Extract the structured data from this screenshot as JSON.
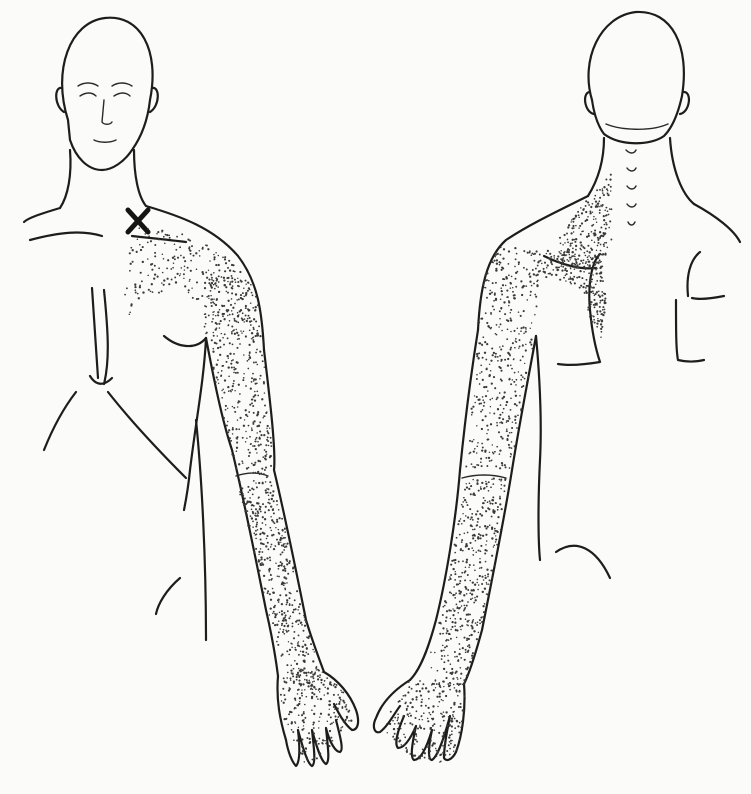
{
  "figure": {
    "trigger_point_symbol": "x-mark",
    "ink_color": "#1d1d1b",
    "stipple_color": "#3a3a36",
    "background_color": "#fbfbfa",
    "views": [
      {
        "id": "front",
        "description_name": "anterior-body-view"
      },
      {
        "id": "back",
        "description_name": "posterior-body-view"
      }
    ],
    "referred_pain_pattern": {
      "front": [
        "upper-chest",
        "shoulder",
        "lateral-arm",
        "forearm",
        "palm",
        "fingers"
      ],
      "back": [
        "neck",
        "upper-trapezius",
        "scapula",
        "posterior-arm",
        "forearm",
        "hand",
        "fingers"
      ]
    }
  }
}
